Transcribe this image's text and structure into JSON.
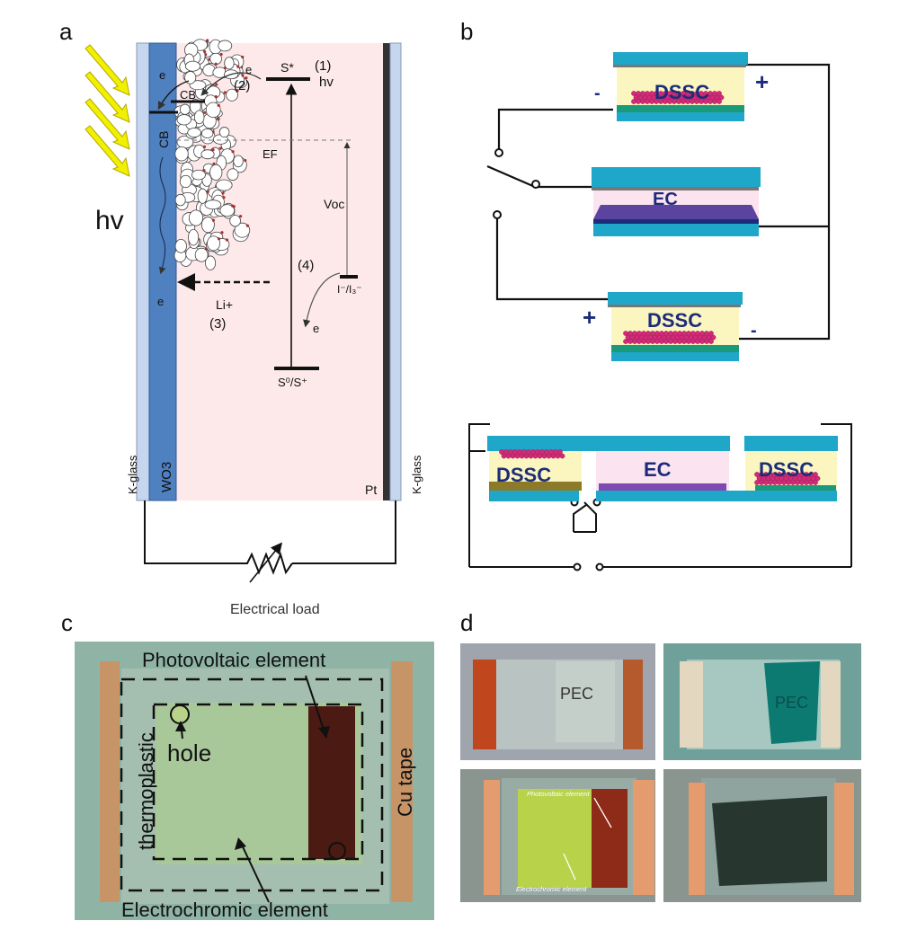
{
  "panels": {
    "a": {
      "letter": "a",
      "hv_left": "hv",
      "labels": {
        "e_minus_top": "e",
        "cb_small": "CB",
        "e_minus_2": "e",
        "step_2": "(2)",
        "s_star": "S*",
        "step_1": "(1)",
        "hv_step": "hv",
        "cb_vertical": "CB",
        "ef": "EF",
        "voc": "Voc",
        "step_4": "(4)",
        "redox": "I⁻/I₃⁻",
        "e_minus_left": "e",
        "li_plus": "Li+",
        "step_3": "(3)",
        "e_minus_4": "e",
        "s0_splus": "S⁰/S⁺",
        "k_glass_left": "K-glass",
        "wo3": "WO3",
        "pt": "Pt",
        "k_glass_right": "K-glass",
        "electrical_load": "Electrical load"
      },
      "colors": {
        "glass": "#c5d6ee",
        "wo3": "#4f80c0",
        "electrolyte": "#fde9e9",
        "pt": "#333333",
        "dye": "#a83232",
        "light_arrow": "#f0f000"
      }
    },
    "b": {
      "letter": "b",
      "top_cell": {
        "label": "DSSC",
        "neg": "-",
        "pos": "+"
      },
      "ec_cell": {
        "label": "EC"
      },
      "bottom_cell": {
        "label": "DSSC",
        "pos": "+",
        "neg": "-"
      },
      "lower_diagram": {
        "left": "DSSC",
        "center": "EC",
        "right": "DSSC"
      },
      "colors": {
        "glass": "#1ea7c8",
        "dssc_fill": "#fbf6c0",
        "ec_fill": "#fbe3ef",
        "dye": "#d42a7a",
        "ec_layer": "#5b44a0",
        "label": "#1d2c7a"
      }
    },
    "c": {
      "letter": "c",
      "labels": {
        "photovoltaic": "Photovoltaic element",
        "hole": "hole",
        "thermoplastic": "thermoplastic",
        "cu_tape": "Cu tape",
        "electrochromic": "Electrochromic element"
      },
      "colors": {
        "background": "#8fb4a6",
        "ec_area": "#a9c89a",
        "pv_area": "#4b1a12",
        "copper": "#c79468"
      }
    },
    "d": {
      "letter": "d",
      "photos": [
        {
          "state": "bleached",
          "label": "PEC",
          "electrode": "#c0461e",
          "film": "#c3cfc8"
        },
        {
          "state": "colored",
          "label": "PEC",
          "electrode": "#e3d7bf",
          "film": "#0d7a72"
        },
        {
          "state": "bleached",
          "pv_label": "Photovoltaic element",
          "ec_label": "Electrochromic element",
          "electrode": "#e49b6d",
          "film": "#b8d24a"
        },
        {
          "state": "colored",
          "electrode": "#e49b6d",
          "film": "#27362e"
        }
      ]
    }
  }
}
